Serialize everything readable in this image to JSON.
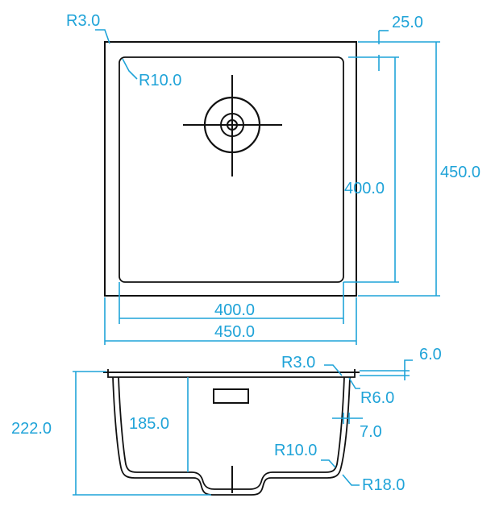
{
  "colors": {
    "dimension": "#1fa3d8",
    "outline": "#111111",
    "background": "#ffffff"
  },
  "top_view": {
    "corner_radius_outer": "R3.0",
    "corner_radius_inner": "R10.0",
    "rim_width": "25.0",
    "inner_height": "400.0",
    "outer_height": "450.0",
    "inner_width": "400.0",
    "outer_width": "450.0"
  },
  "section_view": {
    "rim_radius": "R3.0",
    "rim_thickness": "6.0",
    "rim_inner_radius": "R6.0",
    "wall_thickness": "7.0",
    "overall_depth": "222.0",
    "bowl_depth": "185.0",
    "bottom_inner_radius": "R10.0",
    "bottom_outer_radius": "R18.0"
  }
}
